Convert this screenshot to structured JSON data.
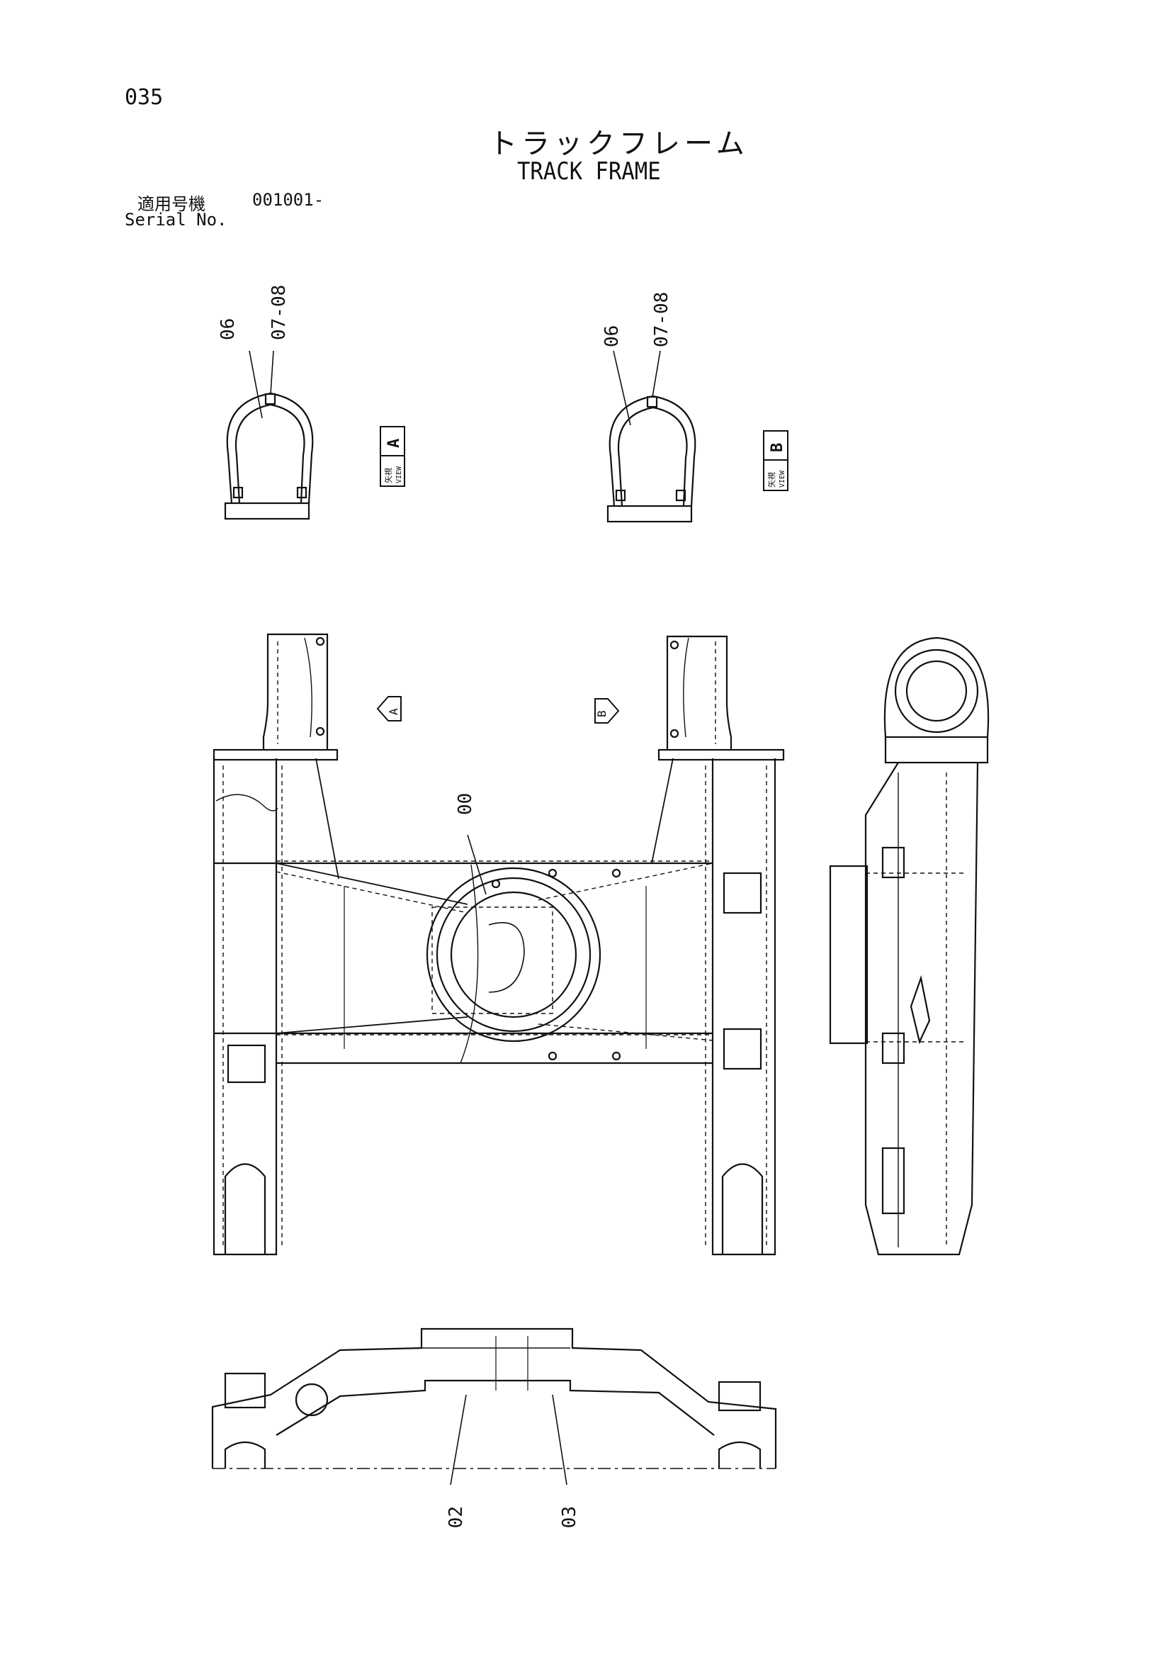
{
  "header": {
    "page_number": "035",
    "title_jp": "トラックフレーム",
    "title_en": "TRACK FRAME",
    "serial_label_jp": "適用号機",
    "serial_value": "001001-",
    "serial_label_en": "Serial No."
  },
  "part_labels": {
    "view_a_06": "06",
    "view_a_0708": "07-08",
    "view_b_06": "06",
    "view_b_0708": "07-08",
    "main_00": "00",
    "side_02": "02",
    "side_03": "03"
  },
  "view_tags": {
    "a_jp": "矢視",
    "a_view": "VIEW",
    "a_letter": "A",
    "b_jp": "矢視",
    "b_view": "VIEW",
    "b_letter": "B"
  },
  "arrow_letters": {
    "a": "A",
    "b": "B"
  }
}
